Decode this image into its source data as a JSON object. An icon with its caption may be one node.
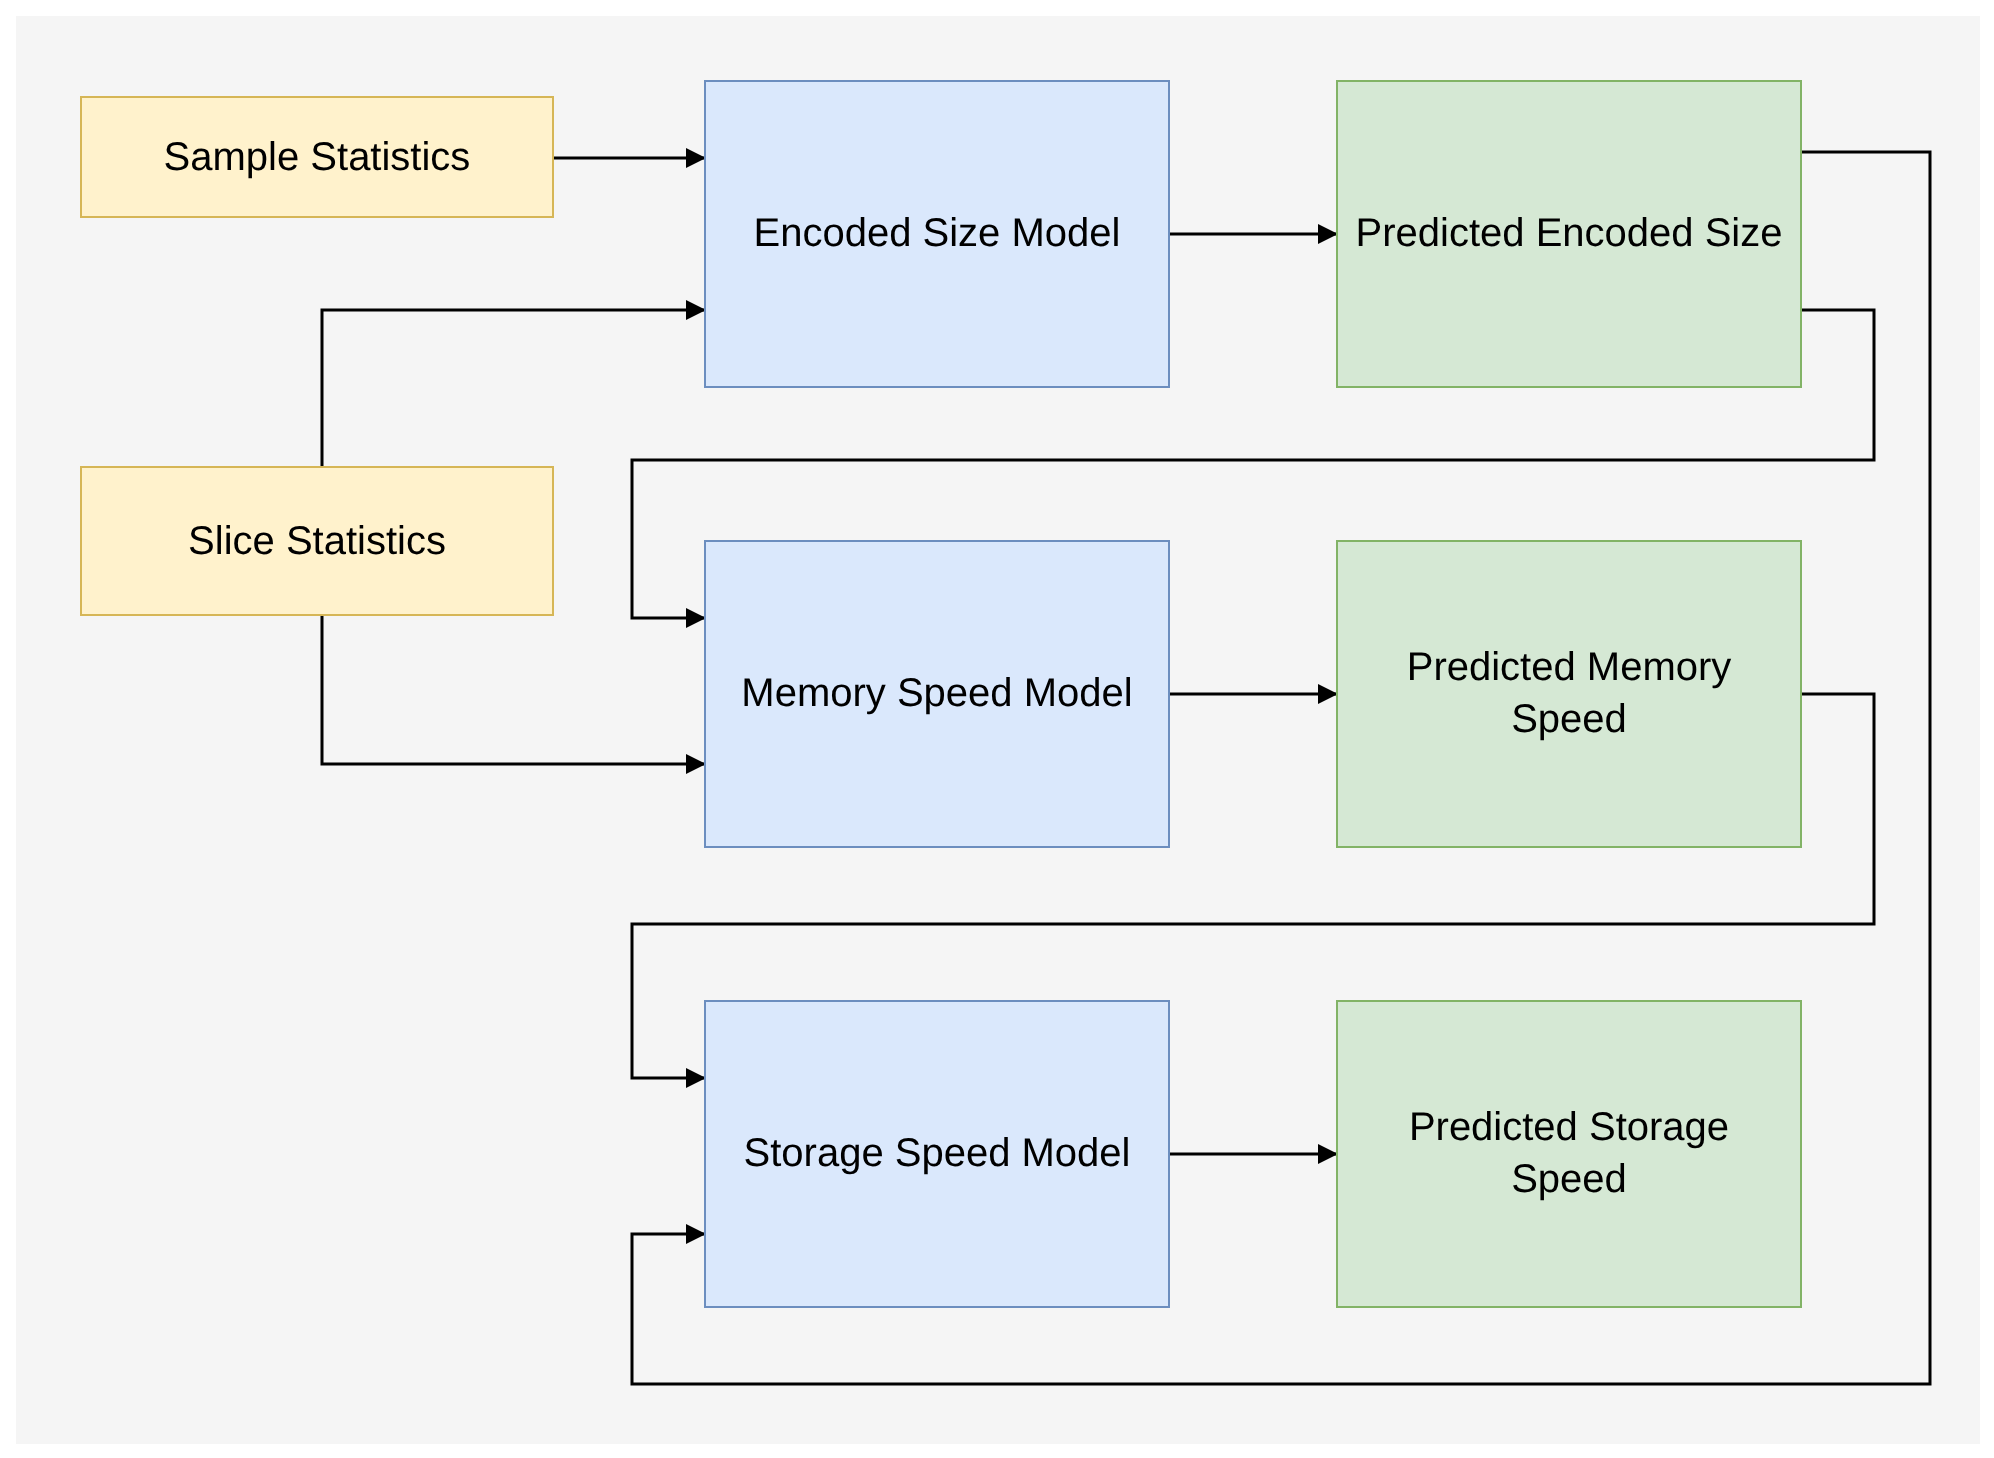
{
  "diagram": {
    "nodes": [
      {
        "text": [
          "Sample Statistics"
        ]
      },
      {
        "text": [
          "Encoded Size Model"
        ]
      },
      {
        "text": [
          "Predicted Encoded Size"
        ]
      },
      {
        "text": [
          "Slice Statistics"
        ]
      },
      {
        "text": [
          "Memory Speed Model"
        ]
      },
      {
        "text": [
          "Predicted Memory Speed"
        ]
      },
      {
        "text": [
          "Storage Speed Model"
        ]
      },
      {
        "text": [
          "Predicted Storage Speed"
        ]
      }
    ],
    "edges": [
      {
        "from": 0,
        "to": 1,
        "arrow": "to"
      },
      {
        "from": 3,
        "to": 1,
        "arrow": "to"
      },
      {
        "from": 1,
        "to": 2,
        "arrow": "to"
      },
      {
        "from": 2,
        "to": 6,
        "arrow": "to"
      },
      {
        "from": 2,
        "to": 4,
        "arrow": "to"
      },
      {
        "from": 3,
        "to": 4,
        "arrow": "to"
      },
      {
        "from": 4,
        "to": 5,
        "arrow": "to"
      },
      {
        "from": 5,
        "to": 6,
        "arrow": "to"
      },
      {
        "from": 6,
        "to": 7,
        "arrow": "to"
      }
    ]
  }
}
